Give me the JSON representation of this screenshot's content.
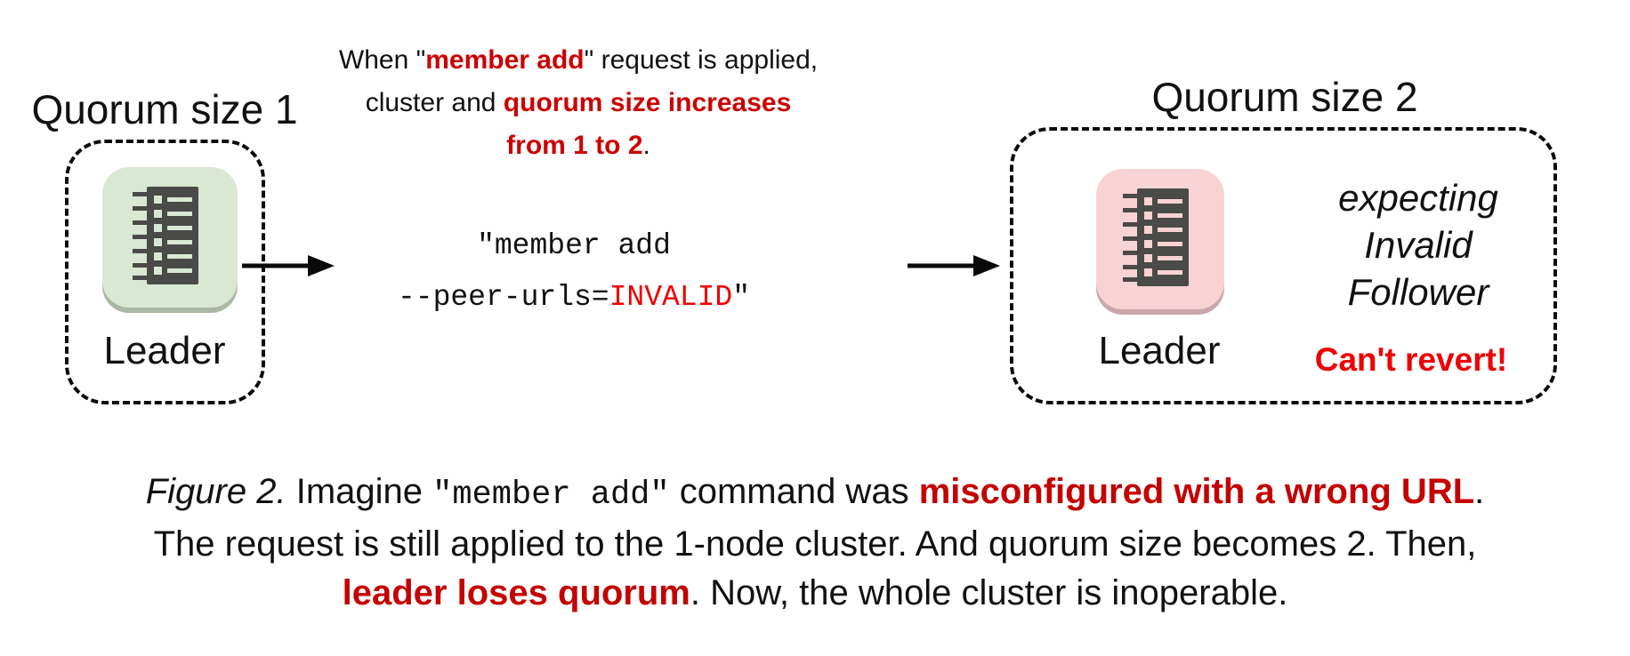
{
  "left_cluster": {
    "title": "Quorum size 1",
    "node_label": "Leader"
  },
  "right_cluster": {
    "title": "Quorum size 2",
    "node_label": "Leader",
    "expectation_lines": [
      "expecting",
      "Invalid",
      "Follower"
    ],
    "warning": "Can't revert!"
  },
  "note": {
    "l1a": "When \"",
    "l1b": "member add",
    "l1c": "\" request is applied,",
    "l2a": "cluster and ",
    "l2b": "quorum size increases",
    "l3a": "from 1 to 2",
    "l3b": "."
  },
  "command": {
    "l1": "\"member add",
    "l2a": "--peer-urls=",
    "l2b": "INVALID",
    "l2c": "\""
  },
  "caption": {
    "l1a": "Figure 2.",
    "l1b": " Imagine ",
    "l1c": "\"member add\"",
    "l1d": " command was ",
    "l1e": "misconfigured with a wrong URL",
    "l1f": ".",
    "l2": "The request is still applied to the 1-node cluster. And quorum size becomes 2. Then,",
    "l3a": "leader loses quorum",
    "l3b": ". Now, the whole cluster is inoperable."
  },
  "icons": {
    "node": "list-server-icon",
    "arrow": "arrow-right-icon"
  },
  "colors": {
    "note_red": "#cc0000",
    "invalid_red": "#ee0000",
    "warning_red": "#ee0000",
    "caption_red": "#c40000",
    "node_green": "#d9e8d3",
    "node_green_shadow": "#a9b8a1",
    "node_pink": "#f8d3d3",
    "node_pink_shadow": "#c9a7a9",
    "icon_dark": "#4a4a48"
  }
}
